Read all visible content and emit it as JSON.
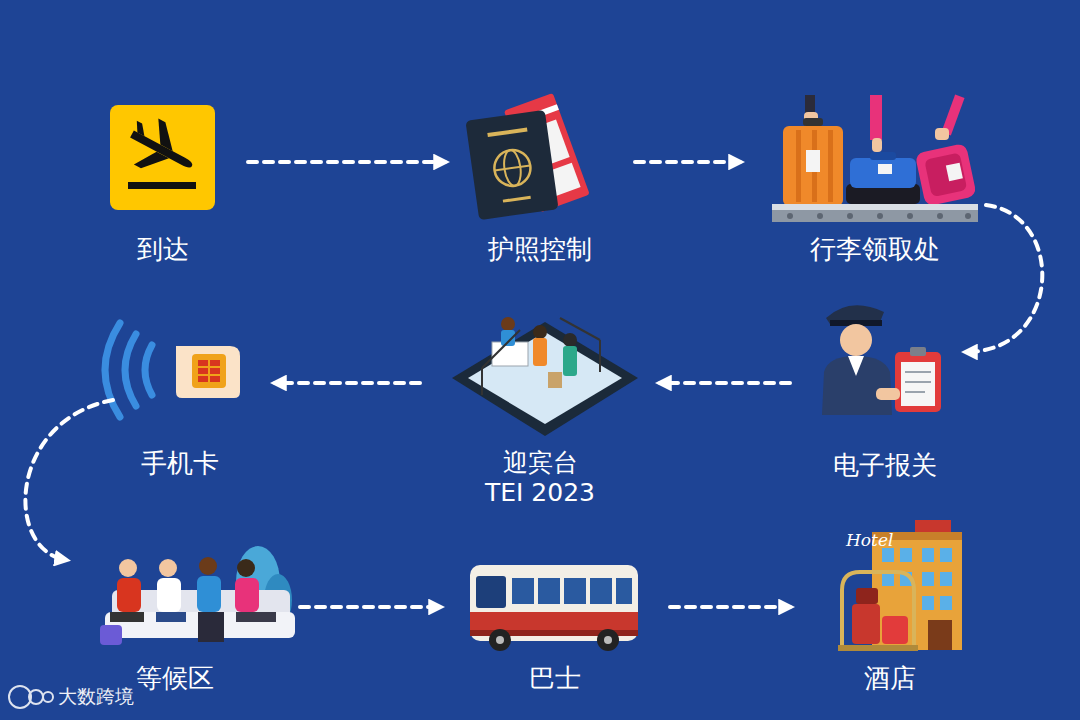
{
  "diagram": {
    "nodes": [
      {
        "text": [
          "到达"
        ]
      },
      {
        "text": [
          "护照控制"
        ]
      },
      {
        "text": [
          "行李领取处"
        ]
      },
      {
        "text": [
          "电子报关"
        ]
      },
      {
        "text": [
          "迎宾台 TEI 2023"
        ]
      },
      {
        "text": [
          "手机卡"
        ]
      },
      {
        "text": [
          "等候区"
        ]
      },
      {
        "text": [
          "巴士"
        ]
      },
      {
        "text": [
          "酒店"
        ]
      }
    ],
    "edges": [
      {
        "from": 0,
        "to": 1,
        "arrow": "to"
      },
      {
        "from": 1,
        "to": 2,
        "arrow": "to"
      },
      {
        "from": 2,
        "to": 3,
        "arrow": "to"
      },
      {
        "from": 3,
        "to": 4,
        "arrow": "to"
      },
      {
        "from": 4,
        "to": 5,
        "arrow": "to"
      },
      {
        "from": 5,
        "to": 6,
        "arrow": "to"
      },
      {
        "from": 6,
        "to": 7,
        "arrow": "to"
      },
      {
        "from": 7,
        "to": 8,
        "arrow": "to"
      }
    ],
    "labels": [
      "Hotel",
      "大数跨境"
    ]
  }
}
